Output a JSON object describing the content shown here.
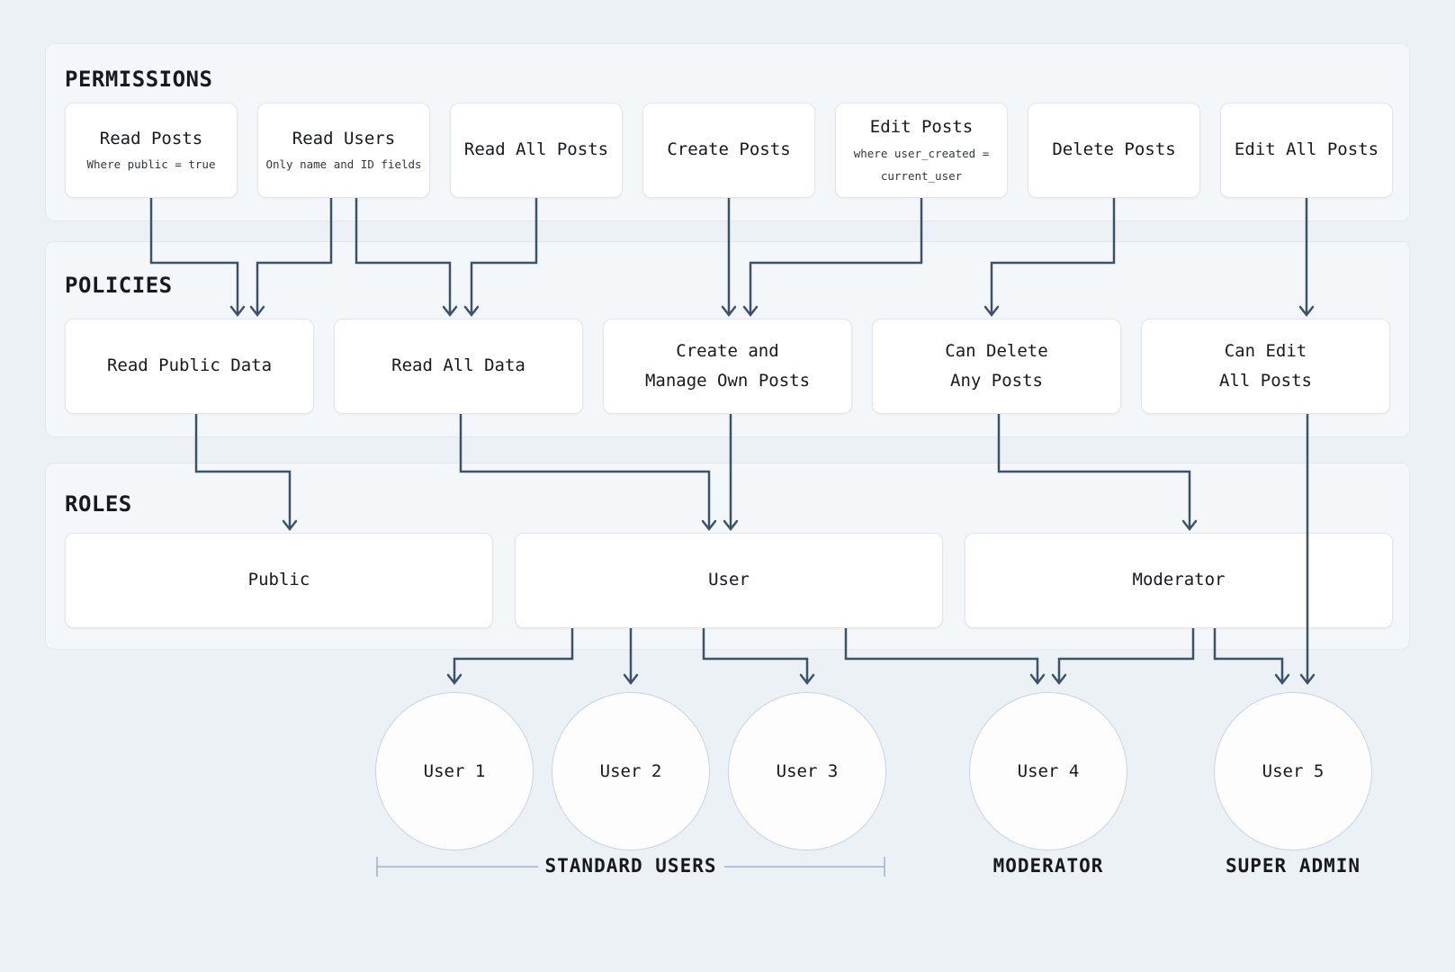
{
  "sections": {
    "permissions": {
      "title": "PERMISSIONS",
      "items": [
        {
          "label": "Read Posts",
          "sub1": "Where public = true",
          "sub2": ""
        },
        {
          "label": "Read Users",
          "sub1": "Only name and ID fields",
          "sub2": ""
        },
        {
          "label": "Read All Posts",
          "sub1": "",
          "sub2": ""
        },
        {
          "label": "Create Posts",
          "sub1": "",
          "sub2": ""
        },
        {
          "label": "Edit Posts",
          "sub1": "where user_created =",
          "sub2": "current_user"
        },
        {
          "label": "Delete Posts",
          "sub1": "",
          "sub2": ""
        },
        {
          "label": "Edit All Posts",
          "sub1": "",
          "sub2": ""
        }
      ]
    },
    "policies": {
      "title": "POLICIES",
      "items": [
        {
          "line1": "Read Public Data",
          "line2": ""
        },
        {
          "line1": "Read All Data",
          "line2": ""
        },
        {
          "line1": "Create and",
          "line2": "Manage Own Posts"
        },
        {
          "line1": "Can Delete",
          "line2": "Any Posts"
        },
        {
          "line1": "Can Edit",
          "line2": "All Posts"
        }
      ]
    },
    "roles": {
      "title": "ROLES",
      "items": [
        {
          "label": "Public"
        },
        {
          "label": "User"
        },
        {
          "label": "Moderator"
        }
      ]
    }
  },
  "users": {
    "items": [
      {
        "label": "User 1"
      },
      {
        "label": "User 2"
      },
      {
        "label": "User 3"
      },
      {
        "label": "User 4"
      },
      {
        "label": "User 5"
      }
    ]
  },
  "groups": {
    "standard": "STANDARD USERS",
    "moderator": "MODERATOR",
    "super_admin": "SUPER ADMIN"
  },
  "colors": {
    "bg": "#ecf1f6",
    "section-bg": "#f4f7fa",
    "section-border": "#e3e9f0",
    "node-bg": "#ffffff",
    "node-border": "#e2e6ec",
    "circle-border": "#c9d4e1",
    "arrow": "#3d5269",
    "text": "#17191e",
    "subtext": "#33373d",
    "bracket": "#9fb2c6"
  }
}
